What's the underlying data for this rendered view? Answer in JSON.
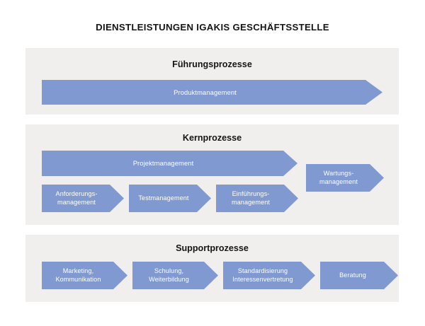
{
  "document": {
    "title": "DIENSTLEISTUNGEN IGAKIS GESCHÄFTSSTELLE"
  },
  "colors": {
    "arrow_fill": "#8099d1",
    "arrow_border": "#6e86bf",
    "panel_background": "#f0efed",
    "canvas_background": "#ffffff",
    "title_text": "#151515",
    "arrow_text": "#ffffff"
  },
  "sections": [
    {
      "id": "fuehrungsprozesse",
      "title": "Führungsprozesse",
      "rows": [
        {
          "id": "row-fuehrung-main",
          "arrows": [
            {
              "id": "produktmanagement",
              "label": "Produktmanagement"
            }
          ]
        }
      ]
    },
    {
      "id": "kernprozesse",
      "title": "Kernprozesse",
      "rows": [
        {
          "id": "row-kern-top",
          "arrows": [
            {
              "id": "projektmanagement",
              "label": "Projektmanagement"
            },
            {
              "id": "wartungsmanagement",
              "label": "Wartungs-\nmanagement"
            }
          ]
        },
        {
          "id": "row-kern-bottom",
          "arrows": [
            {
              "id": "anforderungsmanagement",
              "label": "Anforderungs-\nmanagement"
            },
            {
              "id": "testmanagement",
              "label": "Testmanagement"
            },
            {
              "id": "einfuehrungsmanagement",
              "label": "Einführungs-\nmanagement"
            }
          ]
        }
      ]
    },
    {
      "id": "supportprozesse",
      "title": "Supportprozesse",
      "rows": [
        {
          "id": "row-support-main",
          "arrows": [
            {
              "id": "marketing-kommunikation",
              "label": "Marketing,\nKommunikation"
            },
            {
              "id": "schulung-weiterbildung",
              "label": "Schulung,\nWeiterbildung"
            },
            {
              "id": "standardisierung-interessenvertretung",
              "label": "Standardisierung\nInteressenvertretung"
            },
            {
              "id": "beratung",
              "label": "Beratung"
            }
          ]
        }
      ]
    }
  ]
}
